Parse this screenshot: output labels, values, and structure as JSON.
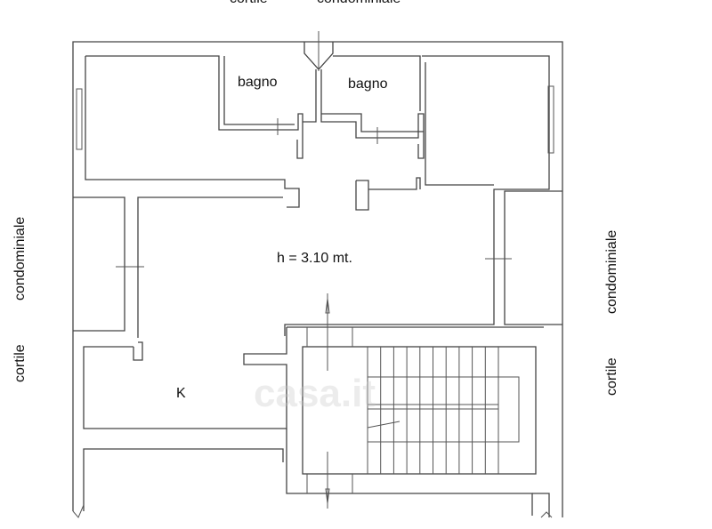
{
  "labels": {
    "top_left": "cortile",
    "top_right": "condominiale",
    "left_upper": "condominiale",
    "left_lower": "cortile",
    "right_upper": "condominiale",
    "right_lower": "cortile",
    "bathroom_1": "bagno",
    "bathroom_2": "bagno",
    "ceiling_height": "h = 3.10 mt.",
    "kitchen": "K"
  },
  "watermark": "casa.it"
}
